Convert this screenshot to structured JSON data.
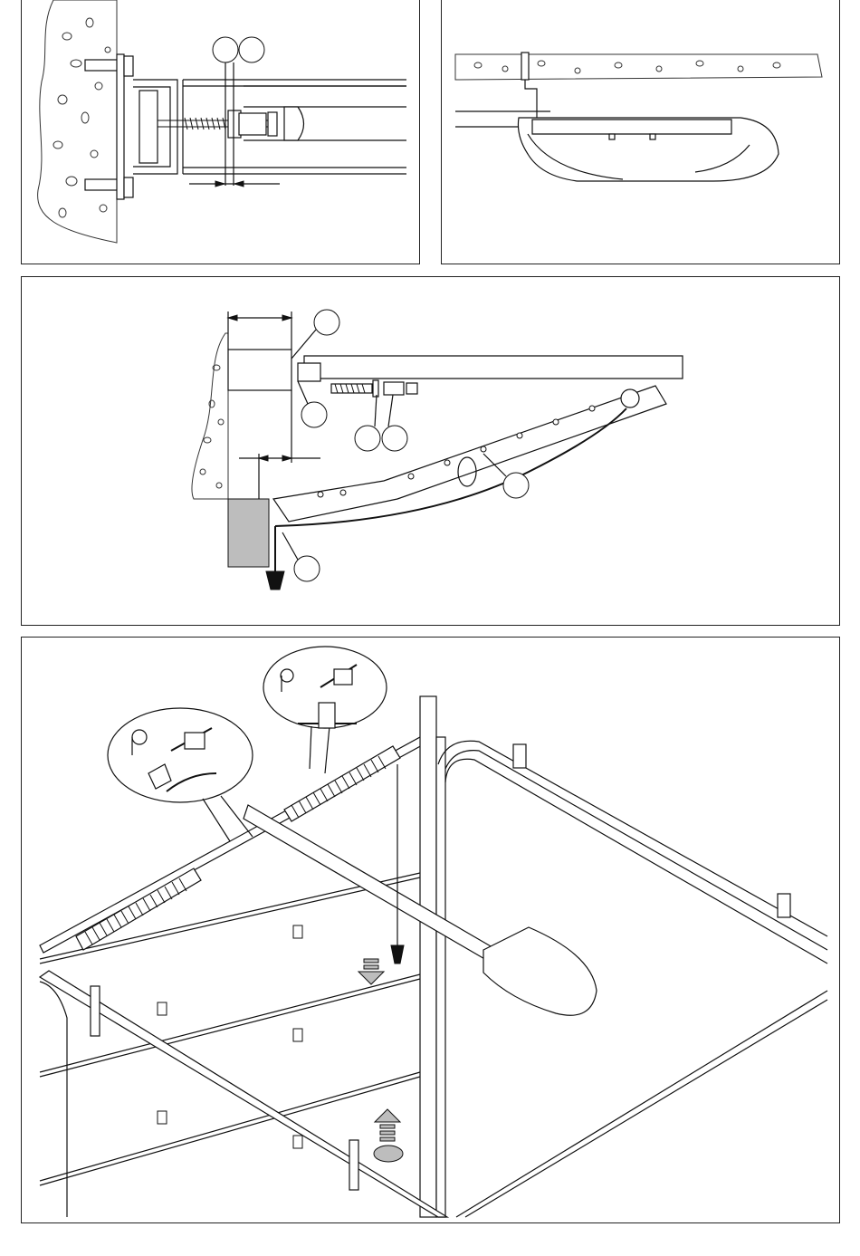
{
  "figure": {
    "panels": [
      {
        "id": "panel-1",
        "subject": "wall-bracket-detail"
      },
      {
        "id": "panel-2",
        "subject": "operator-ceiling-mount"
      },
      {
        "id": "panel-3",
        "subject": "rail-header-mount-with-release-cord"
      },
      {
        "id": "panel-4",
        "subject": "sectional-door-operator-installation"
      }
    ],
    "callouts": {
      "panel1": [
        "",
        ""
      ],
      "panel3": [
        "",
        "",
        "",
        "",
        "",
        ""
      ]
    },
    "colors": {
      "line": "#111111",
      "fill_gray": "#bdbdbd",
      "background": "#ffffff"
    },
    "icons": [
      "down-arrow-icon",
      "up-arrow-icon"
    ]
  }
}
